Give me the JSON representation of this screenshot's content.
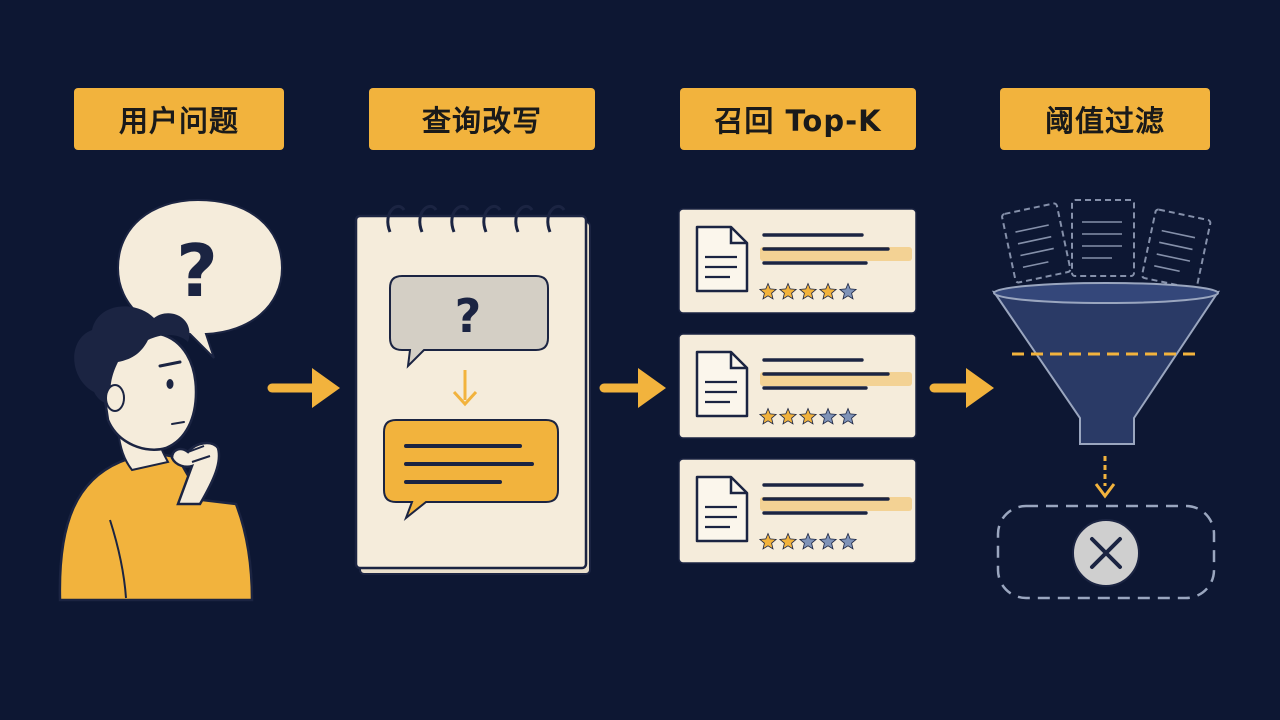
{
  "stages": [
    {
      "id": "question",
      "label": "用户问题"
    },
    {
      "id": "rewrite",
      "label": "查询改写"
    },
    {
      "id": "recall",
      "label": "召回 Top-K"
    },
    {
      "id": "filter",
      "label": "阈值过滤"
    }
  ],
  "rewrite": {
    "before_symbol": "?"
  },
  "question": {
    "bubble_symbol": "?"
  },
  "results": [
    {
      "rating": 4,
      "max": 5
    },
    {
      "rating": 3,
      "max": 5
    },
    {
      "rating": 2,
      "max": 5
    }
  ],
  "colors": {
    "background": "#0d1733",
    "accent": "#f2b33d",
    "paper": "#f5ecdb",
    "ink": "#1b2442",
    "star_off": "#7f93b8"
  },
  "icons": [
    "question-mark-icon",
    "arrow-right-icon",
    "document-icon",
    "star-icon",
    "funnel-icon",
    "close-icon"
  ]
}
